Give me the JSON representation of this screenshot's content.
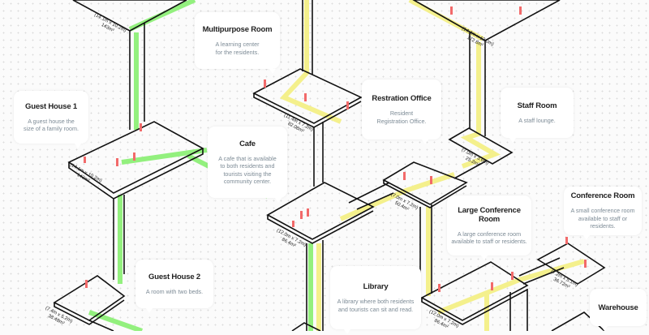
{
  "colors": {
    "green_path": "#93f07e",
    "yellow_path": "#f4f08c",
    "person": "#f26a6a",
    "line": "#111111"
  },
  "rooms": [
    {
      "id": "multipurpose",
      "title": "Multipurpose Room",
      "desc1": "A learning center",
      "desc2": "for the residents.",
      "dim": "(11.4m x 7.2m)",
      "area": "82.08m²"
    },
    {
      "id": "guest1",
      "title": "Guest House 1",
      "desc1": "A guest house the",
      "desc2": "size of a family room.",
      "dim": "(14.1m x 10.2m)",
      "area": "143m²"
    },
    {
      "id": "cafe",
      "title": "Cafe",
      "desc1": "A cafe that is available",
      "desc2": "to both residents and",
      "desc3": "tourists visiting the",
      "desc4": "community center.",
      "dim": "(12.0m x 7.2m)",
      "area": "86.4m²"
    },
    {
      "id": "registration",
      "title": "Restration Office",
      "desc1": "Resident",
      "desc2": "Registration Office.",
      "dim": "(7.0m x 7.2m)",
      "area": "50.4m²"
    },
    {
      "id": "staff",
      "title": "Staff Room",
      "desc1": "A staff lounge.",
      "dim": "(7.0m x 3.6m)",
      "area": "25.2m²"
    },
    {
      "id": "large_conf",
      "title": "Large Conference Room",
      "desc1": "A large conference room",
      "desc2": "available to staff or residents.",
      "dim": "(12.0m x 7.2m)",
      "area": "86.4m²"
    },
    {
      "id": "conf",
      "title": "Conference Room",
      "desc1": "A small conference room",
      "desc2": "available to staff or residents.",
      "dim": "(7.2m x 5.1m)",
      "area": "36.72m²"
    },
    {
      "id": "guest2",
      "title": "Guest House 2",
      "desc1": "A room with two beds.",
      "dim": "(7.4m x 5.2m)",
      "area": "38.48m²"
    },
    {
      "id": "library",
      "title": "Library",
      "desc1": "A library where both residents",
      "desc2": "and tourists can sit and read."
    },
    {
      "id": "warehouse",
      "title": "Warehouse"
    }
  ],
  "other_dims": [
    {
      "dim": "(14.1m x 10.2m)",
      "area": "143m²"
    },
    {
      "dim": "(14.4m x 12.0m)",
      "area": "172.8m²"
    }
  ]
}
